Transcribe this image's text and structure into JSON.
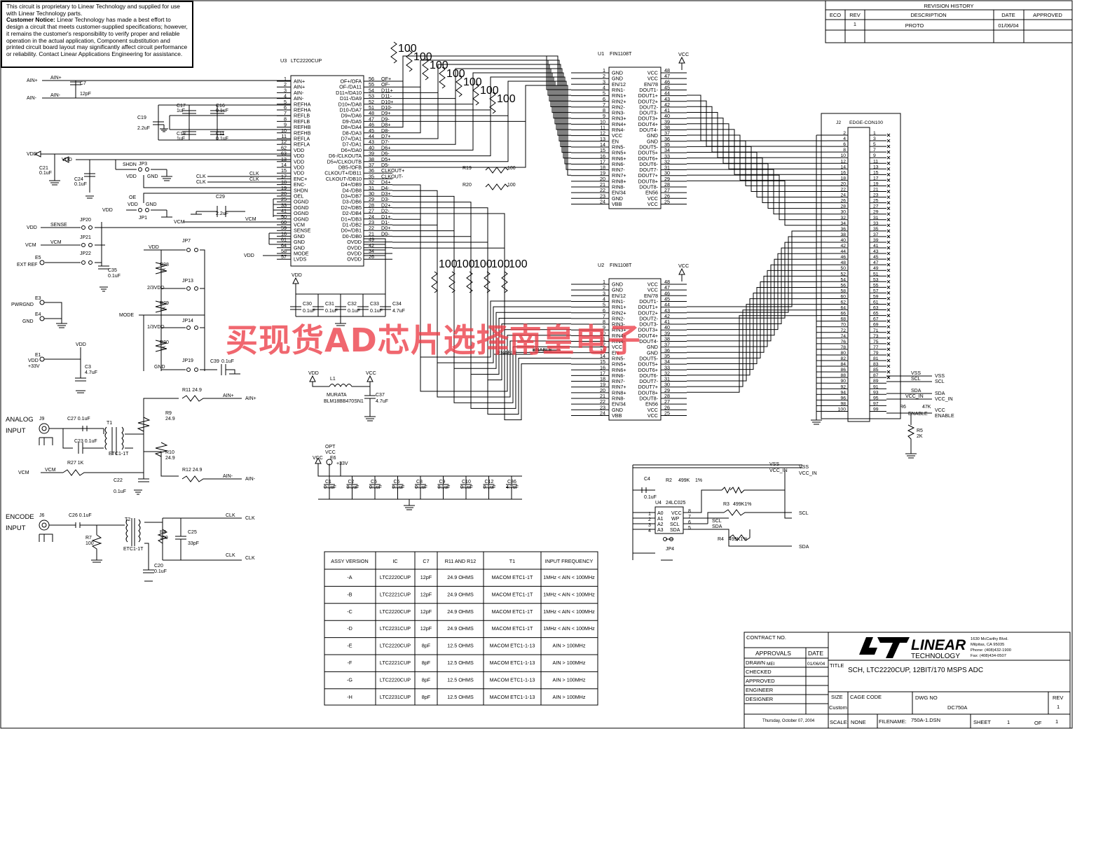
{
  "notice": {
    "line1": "This circuit is proprietary to Linear Technology and supplied for use with Linear Technology parts.",
    "heading": "Customer Notice:",
    "body": "Linear Technology has made a best effort to design a circuit that meets customer-supplied specifications; however, it remains the customer's responsibility to verify proper and reliable operation in the actual application, Component substitution and printed circuit board layout may significantly affect circuit performance or reliability. Contact Linear Applications Engineering for assistance."
  },
  "watermark": "买现货AD芯片选择南皇电子",
  "revision_history": {
    "title": "REVISION HISTORY",
    "headers": [
      "ECO",
      "REV",
      "DESCRIPTION",
      "DATE",
      "APPROVED"
    ],
    "row": [
      "",
      "1",
      "PROTO",
      "01/06/04",
      ""
    ]
  },
  "u3": {
    "ref": "U3",
    "part": "LTC2220CUP",
    "left_pins": [
      [
        "1",
        "AIN+"
      ],
      [
        "2",
        "AIN+"
      ],
      [
        "3",
        "AIN-"
      ],
      [
        "4",
        "AIN-"
      ],
      [
        "5",
        "REFHA"
      ],
      [
        "6",
        "REFHA"
      ],
      [
        "7",
        "REFLB"
      ],
      [
        "8",
        "REFLB"
      ],
      [
        "9",
        "REFHB"
      ],
      [
        "10",
        "REFHB"
      ],
      [
        "11",
        "REFLA"
      ],
      [
        "12",
        "REFLA"
      ],
      [
        "62",
        "VDD"
      ],
      [
        "63",
        "VDD"
      ],
      [
        "13",
        "VDD"
      ],
      [
        "14",
        "VDD"
      ],
      [
        "15",
        "VDD"
      ],
      [
        "17",
        "ENC+"
      ],
      [
        "18",
        "ENC-"
      ],
      [
        "19",
        "SHDN"
      ],
      [
        "20",
        "OEL"
      ],
      [
        "25",
        "OGND"
      ],
      [
        "33",
        "OGND"
      ],
      [
        "41",
        "OGND"
      ],
      [
        "50",
        "OGND"
      ],
      [
        "60",
        "VCM"
      ],
      [
        "59",
        "SENSE"
      ],
      [
        "16",
        "GND"
      ],
      [
        "61",
        "GND"
      ],
      [
        "64",
        "GND"
      ],
      [
        "58",
        "MODE"
      ],
      [
        "57",
        "LVDS"
      ]
    ],
    "right_pins": [
      [
        "OF+/OFA",
        "56",
        "OF+"
      ],
      [
        "OF-/DA11",
        "55",
        "OF-"
      ],
      [
        "D11+/DA10",
        "54",
        "D11+"
      ],
      [
        "D11-/DA9",
        "53",
        "D11-"
      ],
      [
        "D10+/DA8",
        "52",
        "D10+"
      ],
      [
        "D10-/DA7",
        "51",
        "D10-"
      ],
      [
        "D9+/DA6",
        "48",
        "D9+"
      ],
      [
        "D9-/DA5",
        "47",
        "D9-"
      ],
      [
        "D8+/DA4",
        "46",
        "D8+"
      ],
      [
        "D8-/DA3",
        "45",
        "D8-"
      ],
      [
        "D7+/DA1",
        "44",
        "D7+"
      ],
      [
        "D7-/DA1",
        "43",
        "D7-"
      ],
      [
        "D6+/DA0",
        "40",
        "D6+"
      ],
      [
        "D6-/CLKOUTA",
        "39",
        "D6-"
      ],
      [
        "D5+/CLKOUTB",
        "38",
        "D5+"
      ],
      [
        "DB5-/OFB",
        "37",
        "D5-"
      ],
      [
        "CLKOUT+/DB11",
        "36",
        "CLKOUT+"
      ],
      [
        "CLKOUT-/DB10",
        "35",
        "CLKOUT-"
      ],
      [
        "D4+/DB9",
        "32",
        "D4+"
      ],
      [
        "D4-/DB8",
        "31",
        "D4-"
      ],
      [
        "D3+/DB7",
        "30",
        "D3+"
      ],
      [
        "D3-/DB6",
        "29",
        "D3-"
      ],
      [
        "D2+/DB5",
        "28",
        "D2+"
      ],
      [
        "D2-/DB4",
        "27",
        "D2-"
      ],
      [
        "D1+/DB3",
        "24",
        "D1+"
      ],
      [
        "D1-/DB2",
        "23",
        "D1-"
      ],
      [
        "D0+/DB1",
        "22",
        "D0+"
      ],
      [
        "D0-/DB0",
        "21",
        "D0-"
      ],
      [
        "OVDD",
        "49",
        ""
      ],
      [
        "OVDD",
        "42",
        ""
      ],
      [
        "OVDD",
        "34",
        ""
      ],
      [
        "OVDD",
        "26",
        ""
      ]
    ]
  },
  "u1": {
    "ref": "U1",
    "part": "FIN1108T",
    "left_pins": [
      [
        "1",
        "GND"
      ],
      [
        "2",
        "GND"
      ],
      [
        "3",
        "EN/12"
      ],
      [
        "4",
        "RIN1-"
      ],
      [
        "5",
        "RIN1+"
      ],
      [
        "6",
        "RIN2+"
      ],
      [
        "7",
        "RIN2-"
      ],
      [
        "8",
        "RIN3-"
      ],
      [
        "9",
        "RIN3+"
      ],
      [
        "10",
        "RIN4+"
      ],
      [
        "11",
        "RIN4-"
      ],
      [
        "12",
        "VCC"
      ],
      [
        "13",
        "EN"
      ],
      [
        "14",
        "RIN5-"
      ],
      [
        "15",
        "RIN5+"
      ],
      [
        "16",
        "RIN6+"
      ],
      [
        "17",
        "RIN6-"
      ],
      [
        "18",
        "RIN7-"
      ],
      [
        "19",
        "RIN7+"
      ],
      [
        "20",
        "RIN8+"
      ],
      [
        "21",
        "RIN8-"
      ],
      [
        "22",
        "EN/34"
      ],
      [
        "23",
        "GND"
      ],
      [
        "24",
        "VBB"
      ]
    ],
    "right_pins": [
      [
        "VCC",
        "48"
      ],
      [
        "VCC",
        "47"
      ],
      [
        "EN/78",
        "46"
      ],
      [
        "DOUT1-",
        "45"
      ],
      [
        "DOUT1+",
        "44"
      ],
      [
        "DOUT2+",
        "43"
      ],
      [
        "DOUT2-",
        "42"
      ],
      [
        "DOUT3-",
        "41"
      ],
      [
        "DOUT3+",
        "40"
      ],
      [
        "DOUT4+",
        "39"
      ],
      [
        "DOUT4-",
        "38"
      ],
      [
        "GND",
        "37"
      ],
      [
        "GND",
        "36"
      ],
      [
        "DOUT5-",
        "35"
      ],
      [
        "DOUT5+",
        "34"
      ],
      [
        "DOUT6+",
        "33"
      ],
      [
        "DOUT6-",
        "32"
      ],
      [
        "DOUT7-",
        "31"
      ],
      [
        "DOUT7+",
        "30"
      ],
      [
        "DOUT8+",
        "29"
      ],
      [
        "DOUT8-",
        "28"
      ],
      [
        "EN56",
        "27"
      ],
      [
        "VCC",
        "26"
      ],
      [
        "VCC",
        "25"
      ]
    ]
  },
  "u2": {
    "ref": "U2",
    "part": "FIN1108T"
  },
  "j2": {
    "ref": "J2",
    "part": "EDGE-CON100"
  },
  "labels": {
    "ain_p": "AIN+",
    "ain_n": "AIN-",
    "vdd": "VDD",
    "vcc": "VCC",
    "gnd": "GND",
    "vcm": "VCM",
    "sense": "SENSE",
    "clk": "CLK",
    "clkn": "CLK",
    "shdn": "SHDN",
    "oe": "OE",
    "mode": "MODE",
    "extref": "EXT REF",
    "pwrgnd": "PWRGND",
    "p33v": "+33V",
    "analog": "ANALOG",
    "input": "INPUT",
    "encode": "ENCODE",
    "enable": "ENABLE",
    "vss": "VSS",
    "scl": "SCL",
    "sda": "SDA",
    "vcc_in": "VCC_IN",
    "opt": "OPT",
    "murata": "MURATA",
    "murata_pn": "BLM18BB470SN1",
    "v2_3vdd": "2/3VDD",
    "v1_3vdd": "1/3VDD",
    "r19": "R19",
    "r20": "R20",
    "hundred": "100"
  },
  "assy_table": {
    "headers": [
      "ASSY VERSION",
      "IC",
      "C7",
      "R11 AND R12",
      "T1",
      "INPUT  FREQUENCY"
    ],
    "rows": [
      [
        "-A",
        "LTC2220CUP",
        "12pF",
        "24.9 OHMS",
        "MACOM ETC1-1T",
        "1MHz < AIN < 100MHz"
      ],
      [
        "-B",
        "LTC2221CUP",
        "12pF",
        "24.9 OHMS",
        "MACOM ETC1-1T",
        "1MHz < AIN < 100MHz"
      ],
      [
        "-C",
        "LTC2220CUP",
        "12pF",
        "24.9 OHMS",
        "MACOM ETC1-1T",
        "1MHz < AIN < 100MHz"
      ],
      [
        "-D",
        "LTC2231CUP",
        "12pF",
        "24.9 OHMS",
        "MACOM ETC1-1T",
        "1MHz < AIN < 100MHz"
      ],
      [
        "-E",
        "LTC2220CUP",
        "8pF",
        "12.5 OHMS",
        "MACOM ETC1-1-13",
        "AIN > 100MHz"
      ],
      [
        "-F",
        "LTC2221CUP",
        "8pF",
        "12.5 OHMS",
        "MACOM ETC1-1-13",
        "AIN > 100MHz"
      ],
      [
        "-G",
        "LTC2220CUP",
        "8pF",
        "12.5 OHMS",
        "MACOM ETC1-1-13",
        "AIN > 100MHz"
      ],
      [
        "-H",
        "LTC2231CUP",
        "8pF",
        "12.5 OHMS",
        "MACOM ETC1-1-13",
        "AIN > 100MHz"
      ]
    ]
  },
  "title_block": {
    "contract": "CONTRACT NO.",
    "approvals": "APPROVALS",
    "date": "DATE",
    "drawn": "DRAWN",
    "drawn_by": "MEI",
    "drawn_date": "01/06/04",
    "checked": "CHECKED",
    "approved": "APPROVED",
    "engineer": "ENGINEER",
    "designer": "DESIGNER",
    "printed": "Thursday, October 07, 2004",
    "logo": "LINEAR",
    "logo_sub": "TECHNOLOGY",
    "address": [
      "1630 McCarthy Blvd.",
      "Milpitas, CA 95035",
      "Phone: (408)432-1900",
      "Fax: (408)434-0507"
    ],
    "title_label": "TITLE",
    "title": "SCH, LTC2220CUP, 12BIT/170 MSPS ADC",
    "size_label": "SIZE",
    "size": "Custom",
    "cage_label": "CAGE CODE",
    "dwg_label": "DWG NO",
    "dwg": "DC750A",
    "rev_label": "REV",
    "rev": "1",
    "scale_label": "SCALE:",
    "scale": "NONE",
    "file_label": "FILENAME:",
    "file": "750A-1.DSN",
    "sheet_label": "SHEET",
    "sheet": "1",
    "of_label": "OF",
    "of": "1"
  }
}
